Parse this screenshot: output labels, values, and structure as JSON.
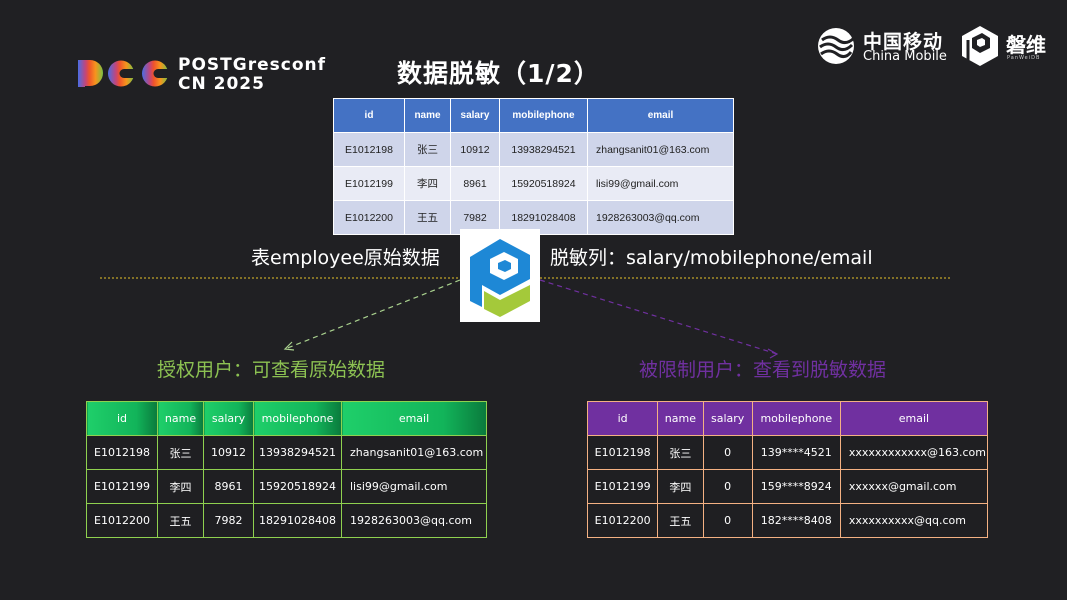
{
  "header": {
    "conference_line1": "POSTGresconf",
    "conference_line2": "CN 2025",
    "title": "数据脱敏（1/2）",
    "sponsor1_cn": "中国移动",
    "sponsor1_en": "China Mobile",
    "sponsor2_cn": "磐维",
    "sponsor2_en": "PanWeiDB"
  },
  "source_table": {
    "headers": [
      "id",
      "name",
      "salary",
      "mobilephone",
      "email"
    ],
    "rows": [
      [
        "E1012198",
        "张三",
        "10912",
        "13938294521",
        "zhangsanit01@163.com"
      ],
      [
        "E1012199",
        "李四",
        "8961",
        "15920518924",
        "lisi99@gmail.com"
      ],
      [
        "E1012200",
        "王五",
        "7982",
        "18291028408",
        "1928263003@qq.com"
      ]
    ]
  },
  "captions": {
    "left": "表employee原始数据",
    "right": "脱敏列：salary/mobilephone/email"
  },
  "authorized": {
    "label": "授权用户：可查看原始数据",
    "headers": [
      "id",
      "name",
      "salary",
      "mobilephone",
      "email"
    ],
    "rows": [
      [
        "E1012198",
        "张三",
        "10912",
        "13938294521",
        "zhangsanit01@163.com"
      ],
      [
        "E1012199",
        "李四",
        "8961",
        "15920518924",
        "lisi99@gmail.com"
      ],
      [
        "E1012200",
        "王五",
        "7982",
        "18291028408",
        "1928263003@qq.com"
      ]
    ]
  },
  "restricted": {
    "label": "被限制用户：查看到脱敏数据",
    "headers": [
      "id",
      "name",
      "salary",
      "mobilephone",
      "email"
    ],
    "rows": [
      [
        "E1012198",
        "张三",
        "0",
        "139****4521",
        "xxxxxxxxxxxx@163.com"
      ],
      [
        "E1012199",
        "李四",
        "0",
        "159****8924",
        "xxxxxx@gmail.com"
      ],
      [
        "E1012200",
        "王五",
        "0",
        "182****8408",
        "xxxxxxxxxx@qq.com"
      ]
    ]
  },
  "colors": {
    "background": "#202023",
    "source_header": "#4472c4",
    "authorized_accent": "#8cc152",
    "restricted_accent": "#7030a0",
    "restricted_border": "#f4b183",
    "divider": "#e6c229"
  }
}
